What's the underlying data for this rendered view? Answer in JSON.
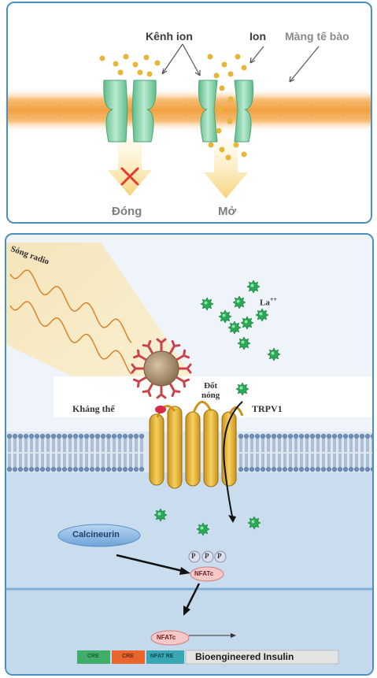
{
  "top_panel": {
    "channel_label": "Kênh ion",
    "ion_label": "Ion",
    "membrane_label": "Màng tế bào",
    "closed_label": "Đóng",
    "open_label": "Mở"
  },
  "bottom_panel": {
    "radio_label": "Sóng radio",
    "lanthanum_label": "La",
    "lanthanum_charge": "++",
    "heating_label_line1": "Đốt",
    "heating_label_line2": "nóng",
    "antibody_label": "Kháng thể",
    "channel_name": "TRPV1",
    "calcineurin_label": "Calcineurin",
    "phosphate_label": "P",
    "nfatc_label": "NFATc",
    "nfatc_nucleus_label": "NFATc",
    "gene_labels": [
      "CRE",
      "CRE",
      "NFAT RE",
      "Bioengineered Insulin"
    ]
  },
  "colors": {
    "panel_border": "#4d8fbf",
    "membrane_orange": "#f5a84a",
    "channel_green": "#8ed3a9",
    "ion_yellow": "#e6b63a",
    "trpv1_gold": "#e8b52a",
    "lanthanum_green": "#2aa855"
  }
}
